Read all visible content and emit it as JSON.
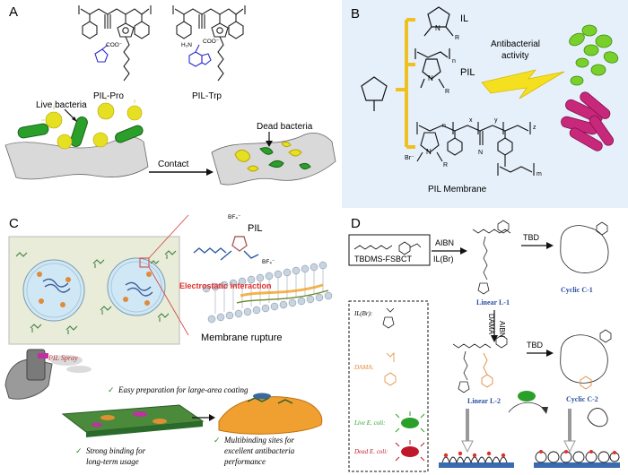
{
  "panelA": {
    "letter": "A",
    "pil_pro": "PIL-Pro",
    "pil_trp": "PIL-Trp",
    "live_bacteria": "Live bacteria",
    "dead_bacteria": "Dead bacteria",
    "contact": "Contact",
    "coo_pro": "COO⁻",
    "coo_trp": "COO⁻",
    "nh2": "H₂N"
  },
  "panelB": {
    "letter": "B",
    "il": "IL",
    "pil": "PIL",
    "antibacterial": "Antibacterial",
    "activity": "activity",
    "membrane": "PIL Membrane",
    "n_sub": "n",
    "x_sub": "x",
    "y_sub": "y",
    "z_sub": "z",
    "m_sub": "m",
    "br": "Br⁻",
    "r": "R",
    "n_atom": "N",
    "cn": "N"
  },
  "panelC": {
    "letter": "C",
    "pil": "PIL",
    "bf4a": "BF₄⁻",
    "bf4b": "BF₄⁻",
    "electrostatic": "Electrostatic interaction",
    "rupture": "Membrane rupture",
    "spray": "PIL Spray",
    "feat1": "Easy preparation for large-area coating",
    "feat2a": "Strong binding for",
    "feat2b": "long-term usage",
    "feat3a": "Multibinding sites for",
    "feat3b": "excellent antibacteria",
    "feat3c": "performance"
  },
  "panelD": {
    "letter": "D",
    "reagent": "TBDMS-FSBCT",
    "aibn1": "AIBN",
    "ilbr": "IL(Br)",
    "tbd1": "TBD",
    "tbd2": "TBD",
    "aibn2": "AIBN",
    "dama": "DAMA",
    "linear1": "Linear L-1",
    "cyclic1": "Cyclic C-1",
    "linear2": "Linear L-2",
    "cyclic2": "Cyclic C-2",
    "legend_il": "IL(Br):",
    "legend_dama": "DAMA:",
    "legend_live": "Live E. coli:",
    "legend_dead": "Dead E. coli:"
  },
  "colors": {
    "accent_blue": "#2a4fa0",
    "dama_orange": "#e08a3a",
    "live_green": "#2aa02a",
    "dead_red": "#c0182a",
    "bacteria_yellow": "#e6e022",
    "bracket_yellow": "#f0c020",
    "electro_red": "#e0302a"
  }
}
